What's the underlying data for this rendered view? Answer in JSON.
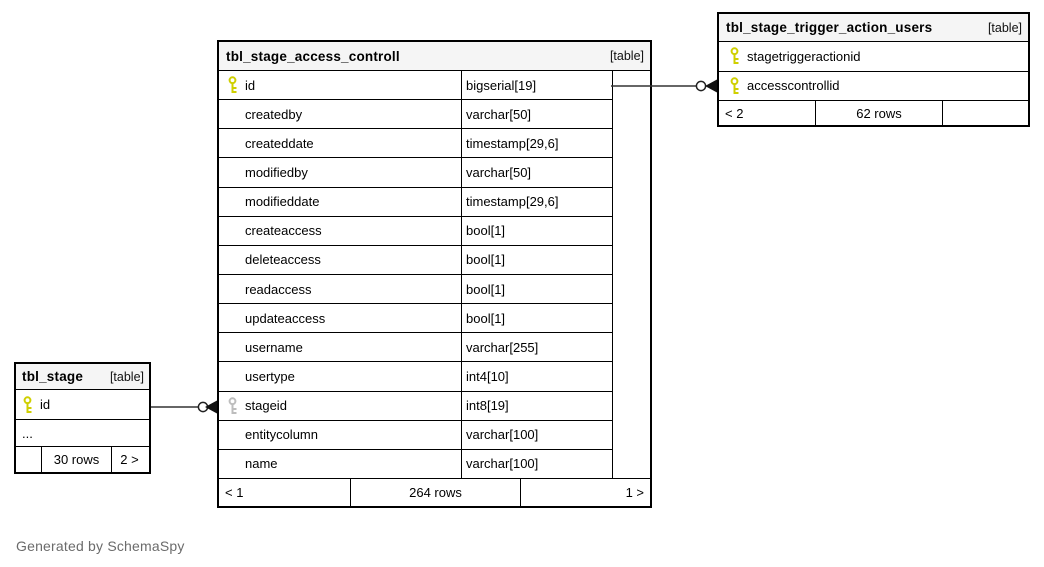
{
  "page": {
    "footer_note": "Generated by SchemaSpy"
  },
  "colors": {
    "table_header_bg": "#f5f5f5",
    "table_border": "#000000",
    "primary_key": "#cfcf00",
    "foreign_key": "#bdbdbd",
    "connector": "#333333",
    "footer_note_text": "#6b6b6b"
  },
  "tables": {
    "access_controll": {
      "title": "tbl_stage_access_controll",
      "tag": "[table]",
      "columns": [
        {
          "name": "id",
          "type": "bigserial[19]",
          "key": "pk"
        },
        {
          "name": "createdby",
          "type": "varchar[50]",
          "key": ""
        },
        {
          "name": "createddate",
          "type": "timestamp[29,6]",
          "key": ""
        },
        {
          "name": "modifiedby",
          "type": "varchar[50]",
          "key": ""
        },
        {
          "name": "modifieddate",
          "type": "timestamp[29,6]",
          "key": ""
        },
        {
          "name": "createaccess",
          "type": "bool[1]",
          "key": ""
        },
        {
          "name": "deleteaccess",
          "type": "bool[1]",
          "key": ""
        },
        {
          "name": "readaccess",
          "type": "bool[1]",
          "key": ""
        },
        {
          "name": "updateaccess",
          "type": "bool[1]",
          "key": ""
        },
        {
          "name": "username",
          "type": "varchar[255]",
          "key": ""
        },
        {
          "name": "usertype",
          "type": "int4[10]",
          "key": ""
        },
        {
          "name": "stageid",
          "type": "int8[19]",
          "key": "fk"
        },
        {
          "name": "entitycolumn",
          "type": "varchar[100]",
          "key": ""
        },
        {
          "name": "name",
          "type": "varchar[100]",
          "key": ""
        }
      ],
      "footer": {
        "left": "< 1",
        "center": "264 rows",
        "right": "1 >"
      }
    },
    "trigger_action_users": {
      "title": "tbl_stage_trigger_action_users",
      "tag": "[table]",
      "columns": [
        {
          "name": "stagetriggeractionid",
          "key": "pk"
        },
        {
          "name": "accesscontrollid",
          "key": "pk"
        }
      ],
      "footer": {
        "left": "< 2",
        "center": "62 rows",
        "right": ""
      }
    },
    "stage": {
      "title": "tbl_stage",
      "tag": "[table]",
      "columns": [
        {
          "name": "id",
          "key": "pk"
        },
        {
          "name": "...",
          "key": ""
        }
      ],
      "footer": {
        "left": "",
        "center": "30 rows",
        "right": "2 >"
      }
    }
  }
}
